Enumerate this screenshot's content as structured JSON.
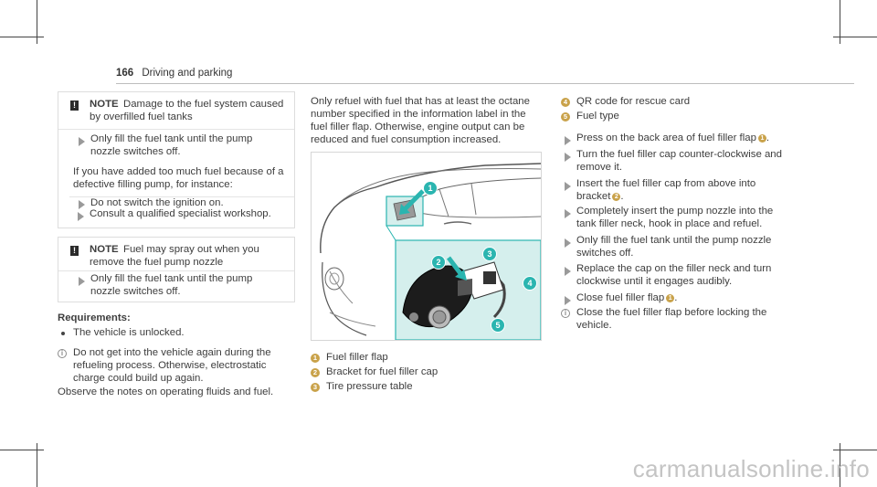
{
  "header": {
    "page_number": "166",
    "section_title": "Driving and parking"
  },
  "col1": {
    "note1": {
      "title": "NOTE",
      "lines": [
        "Damage to the fuel system caused",
        "by overfilled fuel tanks"
      ],
      "step1": [
        "Only fill the fuel tank until the pump",
        "nozzle switches off."
      ],
      "para": [
        "If you have added too much fuel because of a",
        "defective filling pump, for instance:"
      ],
      "step2": "Do not switch the ignition on.",
      "step3": "Consult a qualified specialist workshop."
    },
    "note2": {
      "title": "NOTE",
      "lines": [
        "Fuel may spray out when you",
        "remove the fuel pump nozzle"
      ],
      "step1": [
        "Only fill the fuel tank until the pump",
        "nozzle switches off."
      ]
    },
    "requirements_title": "Requirements:",
    "requirement": "The vehicle is unlocked.",
    "info": [
      "Do not get into the vehicle again during the",
      "refueling process. Otherwise, electrostatic",
      "charge could build up again."
    ],
    "observe": "Observe the notes on operating fluids and fuel."
  },
  "col2": {
    "intro": [
      "Only refuel with fuel that has at least the octane",
      "number specified in the information label in the",
      "fuel filler flap. Otherwise, engine output can be",
      "reduced and fuel consumption increased."
    ],
    "legend": [
      {
        "num": "1",
        "text": "Fuel filler flap"
      },
      {
        "num": "2",
        "text": "Bracket for fuel filler cap"
      },
      {
        "num": "3",
        "text": "Tire pressure table"
      }
    ]
  },
  "col3": {
    "legend": [
      {
        "num": "4",
        "text": "QR code for rescue card"
      },
      {
        "num": "5",
        "text": "Fuel type"
      }
    ],
    "steps": [
      {
        "lines": [
          "Press on the back area of fuel filler flap"
        ],
        "ref": "1",
        "suffix": "."
      },
      {
        "lines": [
          "Turn the fuel filler cap counter-clockwise and",
          "remove it."
        ]
      },
      {
        "lines": [
          "Insert the fuel filler cap from above into",
          "bracket"
        ],
        "ref": "2",
        "suffix": "."
      },
      {
        "lines": [
          "Completely insert the pump nozzle into the",
          "tank filler neck, hook in place and refuel."
        ]
      },
      {
        "lines": [
          "Only fill the fuel tank until the pump nozzle",
          "switches off."
        ]
      },
      {
        "lines": [
          "Replace the cap on the filler neck and turn",
          "clockwise until it engages audibly."
        ]
      },
      {
        "lines": [
          "Close fuel filler flap"
        ],
        "ref": "1",
        "suffix": "."
      }
    ],
    "info": [
      "Close the fuel filler flap before locking the",
      "vehicle."
    ]
  },
  "figure": {
    "callouts": [
      "1",
      "2",
      "3",
      "4",
      "5"
    ],
    "accent_color": "#2bb5b0",
    "panel_color": "#d5efed"
  },
  "footer": {
    "watermark": "carmanualsonline.info"
  }
}
